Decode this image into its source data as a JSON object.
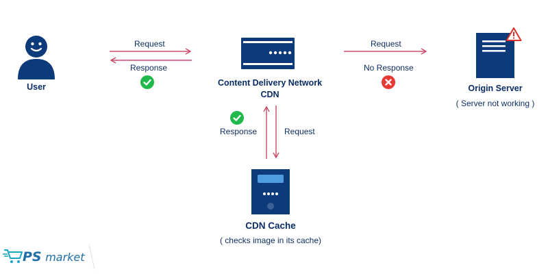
{
  "user": {
    "label": "User"
  },
  "user_cdn": {
    "request_label": "Request",
    "response_label": "Response",
    "status_icon": "check-icon"
  },
  "cdn": {
    "title_line1": "Content Delivery Network",
    "title_line2": "CDN"
  },
  "cdn_origin": {
    "request_label": "Request",
    "response_label": "No Response",
    "status_icon": "cross-icon"
  },
  "origin": {
    "title": "Origin Server",
    "subtitle": "( Server not working )",
    "warning_icon": "warning-icon"
  },
  "cdn_cache_link": {
    "response_label": "Response",
    "request_label": "Request",
    "status_icon": "check-icon"
  },
  "cache": {
    "title": "CDN Cache",
    "subtitle": "( checks image in its cache)"
  },
  "brand": {
    "logo_letters": "PS",
    "name": "market"
  },
  "colors": {
    "navy": "#0d3a7a",
    "arrow_red": "#c0294a",
    "success_green": "#21b84b",
    "error_red": "#e53935",
    "warning_red": "#d9322a",
    "brand_blue": "#1e6fa8"
  }
}
